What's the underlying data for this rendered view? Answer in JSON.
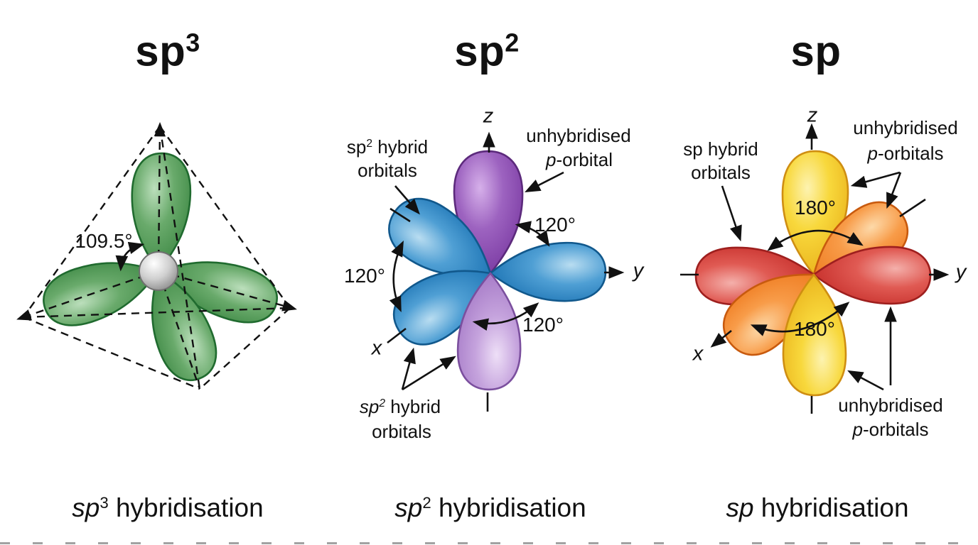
{
  "panels": {
    "sp3": {
      "title_base": "sp",
      "title_sup": "3",
      "angle": "109.5°",
      "caption_base": "sp",
      "caption_sup": "3",
      "caption_rest": " hybridisation"
    },
    "sp2": {
      "title_base": "sp",
      "title_sup": "2",
      "hybrid_top_line1_base": "sp",
      "hybrid_top_line1_sup": "2",
      "hybrid_top_line1_rest": " hybrid",
      "hybrid_top_line2": "orbitals",
      "unhyb_line1": "unhybridised",
      "unhyb_p": "p",
      "unhyb_rest": "-orbital",
      "hybrid_bottom_line1_base": "sp",
      "hybrid_bottom_line1_sup": "2",
      "hybrid_bottom_line1_rest": " hybrid",
      "hybrid_bottom_line2": "orbitals",
      "angle_top": "120°",
      "angle_left": "120°",
      "angle_bottom": "120°",
      "axis_z": "z",
      "axis_y": "y",
      "axis_x": "x",
      "caption_base": "sp",
      "caption_sup": "2",
      "caption_rest": " hybridisation"
    },
    "sp": {
      "title_base": "sp",
      "hybrid_line1": "sp hybrid",
      "hybrid_line2": "orbitals",
      "unhyb_top_line1": "unhybridised",
      "unhyb_top_p": "p",
      "unhyb_top_rest": "-orbitals",
      "unhyb_bottom_line1": "unhybridised",
      "unhyb_bottom_p": "p",
      "unhyb_bottom_rest": "-orbitals",
      "angle_top": "180°",
      "angle_bottom": "180°",
      "axis_z": "z",
      "axis_y": "y",
      "axis_x": "x",
      "caption_base": "sp",
      "caption_rest": " hybridisation"
    }
  },
  "colors": {
    "sp3_orbital_green": "#5fa360",
    "nucleus_gray": "#b9b9b9",
    "sp2_hybrid_blue": "#3f97cf",
    "sp2_p_purple": "#9055b8",
    "sp_hybrid_red": "#d94a4a",
    "sp_p_yellow": "#f6d435",
    "sp_p_orange": "#f79b42",
    "line_black": "#111111"
  }
}
